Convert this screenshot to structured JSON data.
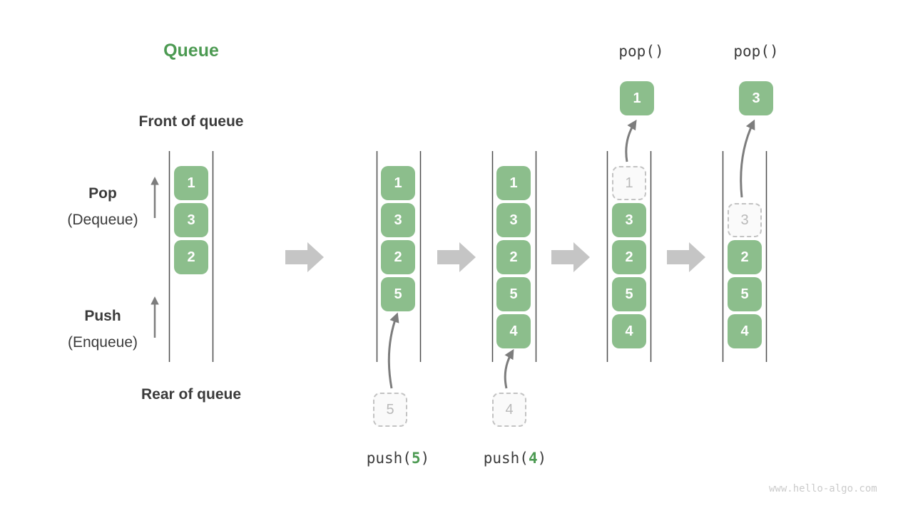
{
  "title": "Queue",
  "side_labels": {
    "front": "Front of queue",
    "rear": "Rear of queue",
    "pop_title": "Pop",
    "pop_sub": "(Dequeue)",
    "push_title": "Push",
    "push_sub": "(Enqueue)"
  },
  "columns": [
    {
      "cells": [
        "1",
        "3",
        "2"
      ]
    },
    {
      "cells": [
        "1",
        "3",
        "2",
        "5"
      ],
      "pending": "5",
      "op_prefix": "push(",
      "op_arg": "5",
      "op_suffix": ")"
    },
    {
      "cells": [
        "1",
        "3",
        "2",
        "5",
        "4"
      ],
      "pending": "4",
      "op_prefix": "push(",
      "op_arg": "4",
      "op_suffix": ")"
    },
    {
      "removed": "1",
      "cells": [
        "3",
        "2",
        "5",
        "4"
      ],
      "popped": "1",
      "op_label": "pop()"
    },
    {
      "removed": "3",
      "cells": [
        "2",
        "5",
        "4"
      ],
      "popped": "3",
      "op_label": "pop()"
    }
  ],
  "watermark": "www.hello-algo.com",
  "colors": {
    "cell_green": "#8cbe8c",
    "title_green": "#4c9a52",
    "text_dark": "#3b3b3b",
    "block_arrow_gray": "#c5c5c5",
    "arrow_gray": "#7d7d7d",
    "wall_gray": "#4d4d4d",
    "dashed_border": "#c3c3c3",
    "dashed_text": "#b9b9b9",
    "watermark_gray": "#cbcbcb"
  }
}
